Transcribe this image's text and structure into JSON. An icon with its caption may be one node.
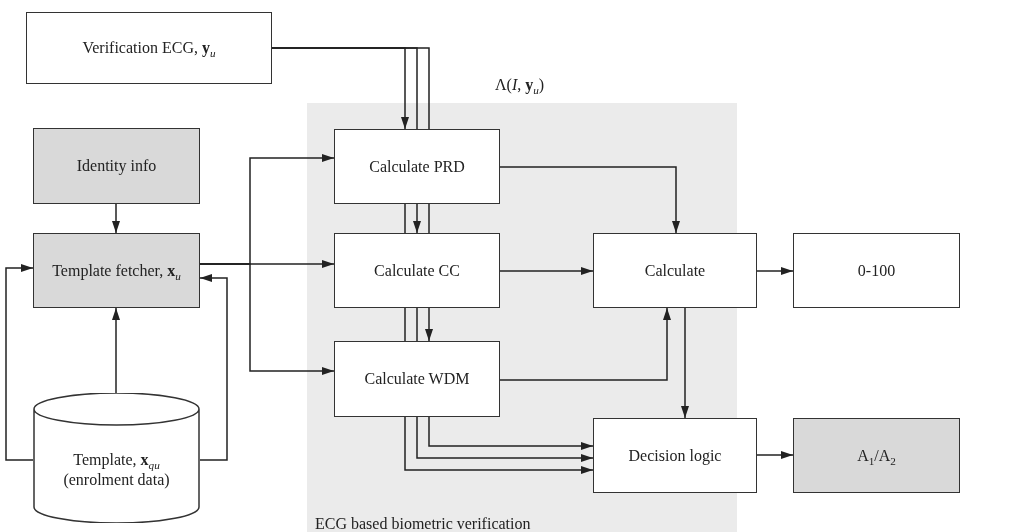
{
  "diagram": {
    "nodes": [
      {
        "text": [
          "Verification ECG, **y**$_{u}$"
        ]
      },
      {
        "text": [
          "Identity info"
        ]
      },
      {
        "text": [
          "Template fetcher, **x**$_{u}$"
        ]
      },
      {
        "text": [
          "Template, **x**$_{qu}$ (enrolment data)"
        ]
      },
      {
        "text": [
          "ECG based biometric verification"
        ]
      },
      {
        "text": [
          "Calculate PRD"
        ],
        "in": 4
      },
      {
        "text": [
          "Calculate CC"
        ],
        "in": 4
      },
      {
        "text": [
          "Calculate WDM"
        ],
        "in": 4
      },
      {
        "text": [
          "Calculate"
        ],
        "in": 4
      },
      {
        "text": [
          "Decision logic"
        ],
        "in": 4
      },
      {
        "text": [
          "0-100"
        ]
      },
      {
        "text": [
          "A$_{1}$/A$_{2}$"
        ]
      }
    ],
    "edges": [
      {
        "from": 0,
        "to": 5,
        "arrow": "to"
      },
      {
        "from": 0,
        "to": 5,
        "arrow": "none"
      },
      {
        "from": 0,
        "to": 5,
        "arrow": "none"
      },
      {
        "from": 1,
        "to": 2,
        "arrow": "to"
      },
      {
        "from": 3,
        "to": 2,
        "arrow": "to"
      },
      {
        "from": 3,
        "to": 2,
        "arrow": "to"
      },
      {
        "from": 3,
        "to": 2,
        "arrow": "to"
      },
      {
        "from": 2,
        "to": 5,
        "arrow": "to"
      },
      {
        "from": 2,
        "to": 6,
        "arrow": "to"
      },
      {
        "from": 2,
        "to": 7,
        "arrow": "to"
      },
      {
        "from": 5,
        "to": 8,
        "arrow": "to"
      },
      {
        "from": 6,
        "to": 8,
        "arrow": "to"
      },
      {
        "from": 7,
        "to": 8,
        "arrow": "to"
      },
      {
        "from": 8,
        "to": 10,
        "arrow": "to"
      },
      {
        "from": 8,
        "to": 9,
        "arrow": "to"
      },
      {
        "from": 7,
        "to": 9,
        "arrow": "to"
      },
      {
        "from": 7,
        "to": 9,
        "arrow": "to"
      },
      {
        "from": 7,
        "to": 9,
        "arrow": "to"
      },
      {
        "from": 9,
        "to": 11,
        "arrow": "to"
      },
      {
        "from": 5,
        "to": 6,
        "arrow": "none"
      },
      {
        "from": 5,
        "to": 6,
        "arrow": "to"
      },
      {
        "from": 5,
        "to": 6,
        "arrow": "none"
      },
      {
        "from": 6,
        "to": 7,
        "arrow": "none"
      },
      {
        "from": 6,
        "to": 7,
        "arrow": "none"
      },
      {
        "from": 6,
        "to": 7,
        "arrow": "to"
      }
    ],
    "labels": [
      "Λ(*I*, **y**$_{u}$)"
    ]
  }
}
